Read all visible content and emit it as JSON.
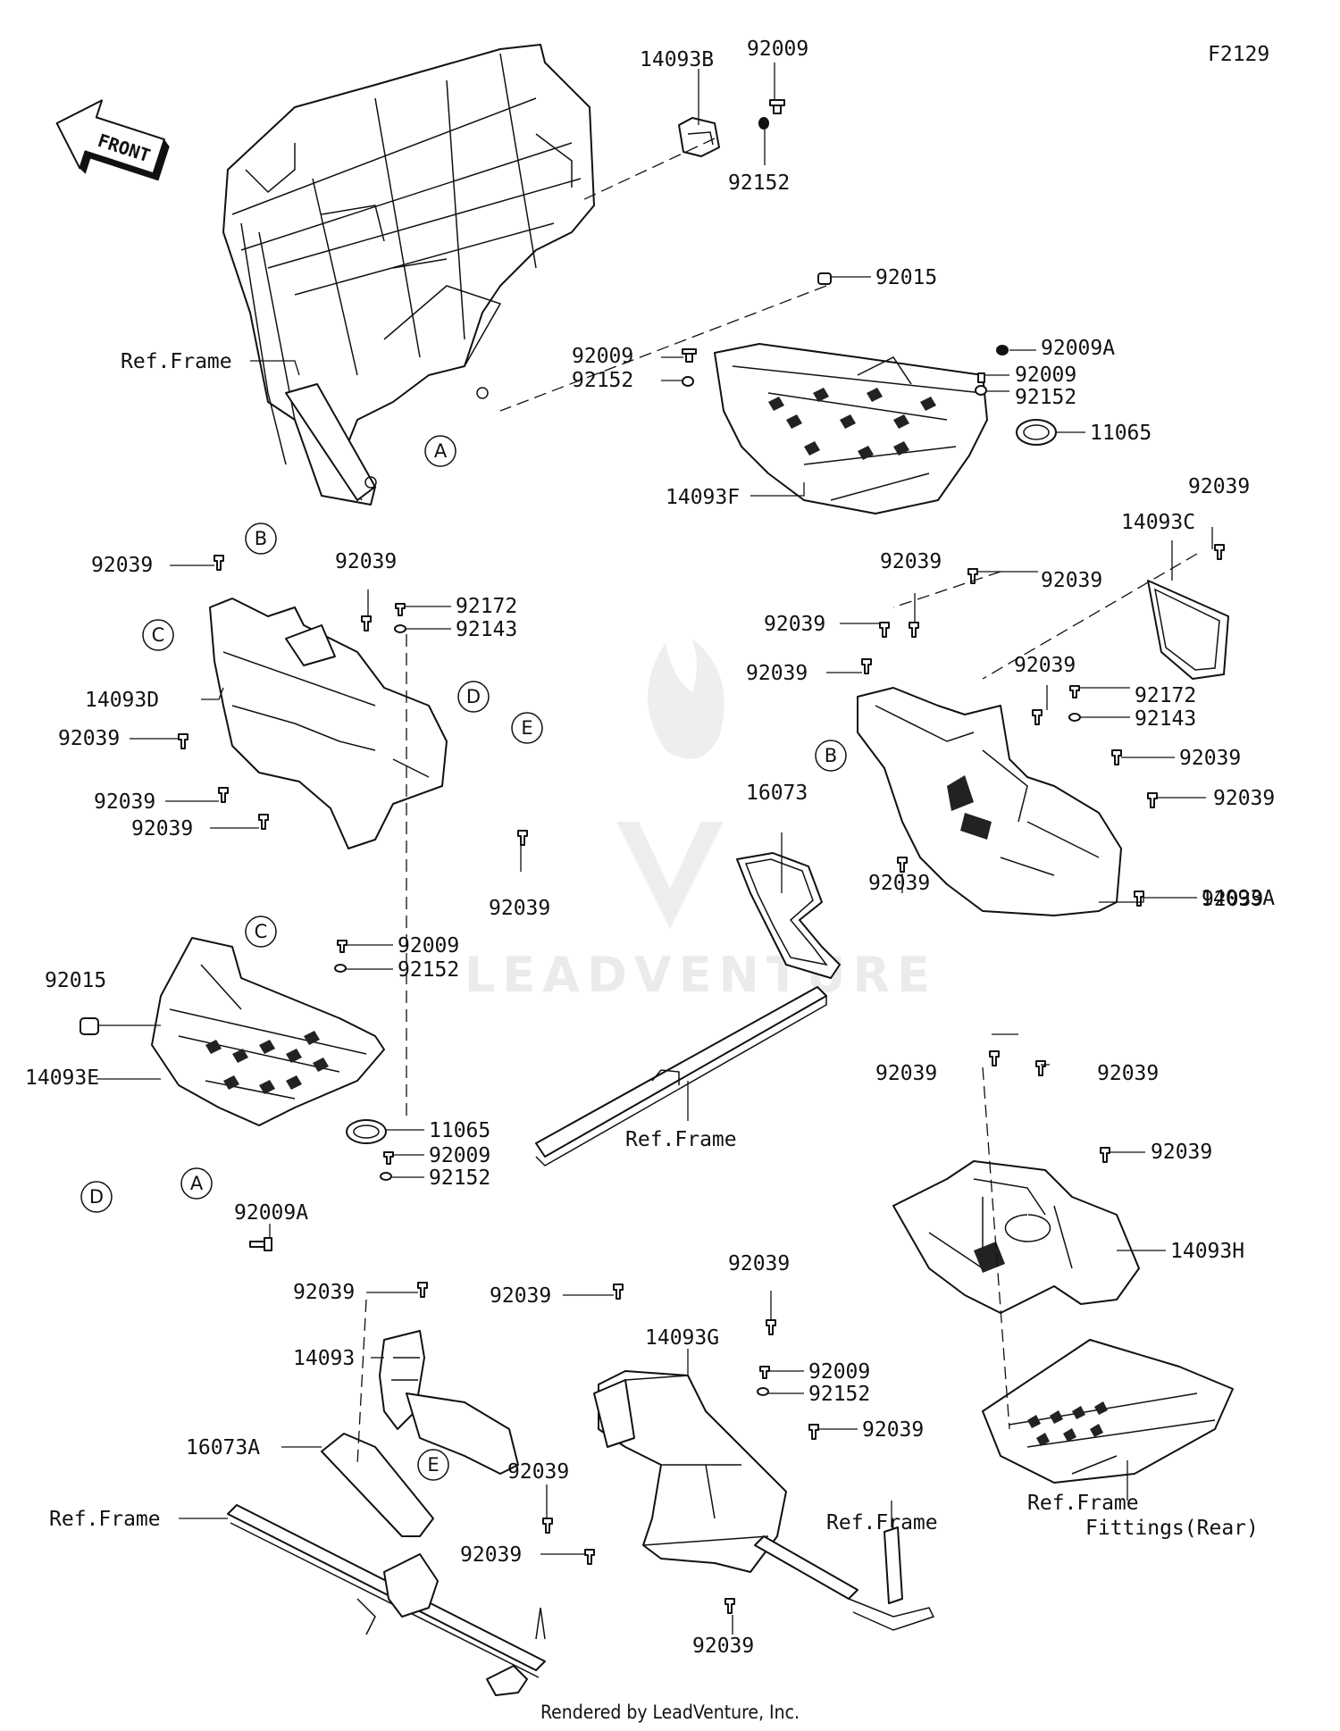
{
  "diagram_code": "F2129",
  "front_label": "FRONT",
  "footer": "Rendered by LeadVenture, Inc.",
  "watermark": "LEADVENTURE",
  "callouts": [
    {
      "id": "c1",
      "text": "14093B"
    },
    {
      "id": "c2",
      "text": "92009"
    },
    {
      "id": "c3",
      "text": "92152"
    },
    {
      "id": "c4",
      "text": "92015"
    },
    {
      "id": "c5",
      "text": "92009"
    },
    {
      "id": "c6",
      "text": "92152"
    },
    {
      "id": "c7",
      "text": "92009A"
    },
    {
      "id": "c8",
      "text": "92009"
    },
    {
      "id": "c9",
      "text": "92152"
    },
    {
      "id": "c10",
      "text": "11065"
    },
    {
      "id": "c11",
      "text": "14093F"
    },
    {
      "id": "c12",
      "text": "Ref.Frame"
    },
    {
      "id": "c13",
      "text": "92039"
    },
    {
      "id": "c14",
      "text": "92039"
    },
    {
      "id": "c15",
      "text": "92172"
    },
    {
      "id": "c16",
      "text": "92143"
    },
    {
      "id": "c17",
      "text": "14093D"
    },
    {
      "id": "c18",
      "text": "92039"
    },
    {
      "id": "c19",
      "text": "92039"
    },
    {
      "id": "c20",
      "text": "92039"
    },
    {
      "id": "c21",
      "text": "92039"
    },
    {
      "id": "c22",
      "text": "92039"
    },
    {
      "id": "c23",
      "text": "14093C"
    },
    {
      "id": "c24",
      "text": "92039"
    },
    {
      "id": "c25",
      "text": "92039"
    },
    {
      "id": "c26",
      "text": "92039"
    },
    {
      "id": "c27",
      "text": "92039"
    },
    {
      "id": "c28",
      "text": "92039"
    },
    {
      "id": "c29",
      "text": "92172"
    },
    {
      "id": "c30",
      "text": "92143"
    },
    {
      "id": "c31",
      "text": "92039"
    },
    {
      "id": "c32",
      "text": "16073"
    },
    {
      "id": "c33",
      "text": "92039"
    },
    {
      "id": "c34",
      "text": "92039"
    },
    {
      "id": "c35",
      "text": "14093A"
    },
    {
      "id": "c36",
      "text": "92039"
    },
    {
      "id": "c37",
      "text": "92009"
    },
    {
      "id": "c38",
      "text": "92152"
    },
    {
      "id": "c39",
      "text": "92015"
    },
    {
      "id": "c40",
      "text": "14093E"
    },
    {
      "id": "c41",
      "text": "11065"
    },
    {
      "id": "c42",
      "text": "92009"
    },
    {
      "id": "c43",
      "text": "92152"
    },
    {
      "id": "c44",
      "text": "92009A"
    },
    {
      "id": "c45",
      "text": "Ref.Frame"
    },
    {
      "id": "c46",
      "text": "92039"
    },
    {
      "id": "c47",
      "text": "92039"
    },
    {
      "id": "c48",
      "text": "92039"
    },
    {
      "id": "c49",
      "text": "14093H"
    },
    {
      "id": "c50",
      "text": "92039"
    },
    {
      "id": "c51",
      "text": "14093"
    },
    {
      "id": "c52",
      "text": "16073A"
    },
    {
      "id": "c53",
      "text": "Ref.Frame"
    },
    {
      "id": "c54",
      "text": "92039"
    },
    {
      "id": "c55",
      "text": "14093G"
    },
    {
      "id": "c56",
      "text": "92039"
    },
    {
      "id": "c57",
      "text": "92009"
    },
    {
      "id": "c58",
      "text": "92152"
    },
    {
      "id": "c59",
      "text": "92039"
    },
    {
      "id": "c60",
      "text": "92039"
    },
    {
      "id": "c61",
      "text": "92039"
    },
    {
      "id": "c62",
      "text": "92039"
    },
    {
      "id": "c63",
      "text": "Ref.Frame"
    },
    {
      "id": "c64",
      "text": "Ref.Frame"
    },
    {
      "id": "c65",
      "text": "Fittings(Rear)"
    }
  ],
  "circle_refs": [
    {
      "id": "r1",
      "text": "A"
    },
    {
      "id": "r2",
      "text": "B"
    },
    {
      "id": "r3",
      "text": "C"
    },
    {
      "id": "r4",
      "text": "D"
    },
    {
      "id": "r5",
      "text": "E"
    },
    {
      "id": "r6",
      "text": "B"
    },
    {
      "id": "r7",
      "text": "C"
    },
    {
      "id": "r8",
      "text": "D"
    },
    {
      "id": "r9",
      "text": "A"
    },
    {
      "id": "r10",
      "text": "E"
    }
  ]
}
